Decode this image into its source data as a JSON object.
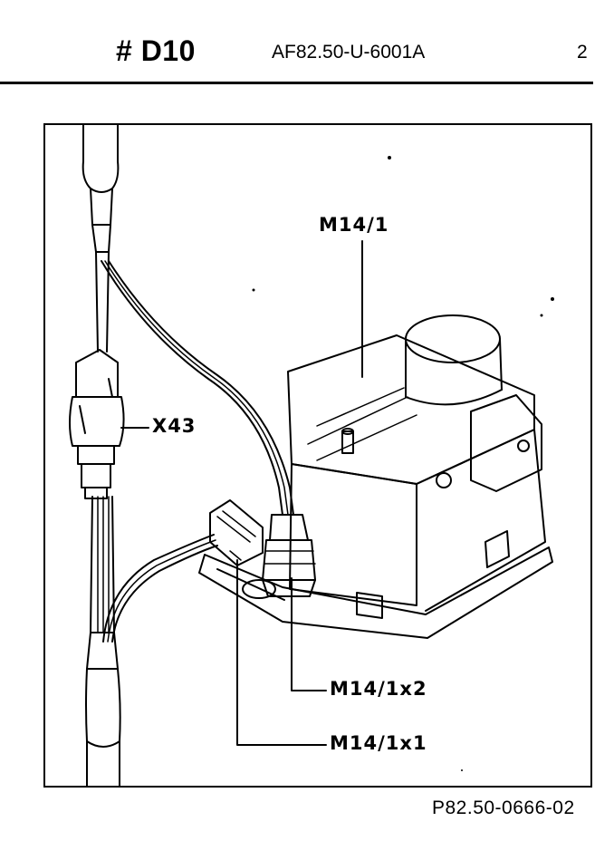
{
  "header": {
    "code": "# D10",
    "document_number": "AF82.50-U-6001A",
    "page": "2"
  },
  "figure": {
    "labels": {
      "motor": "M14/1",
      "connector_x43": "X43",
      "connector_x2": "M14/1x2",
      "connector_x1": "M14/1x1"
    },
    "reference": "P82.50-0666-02"
  }
}
